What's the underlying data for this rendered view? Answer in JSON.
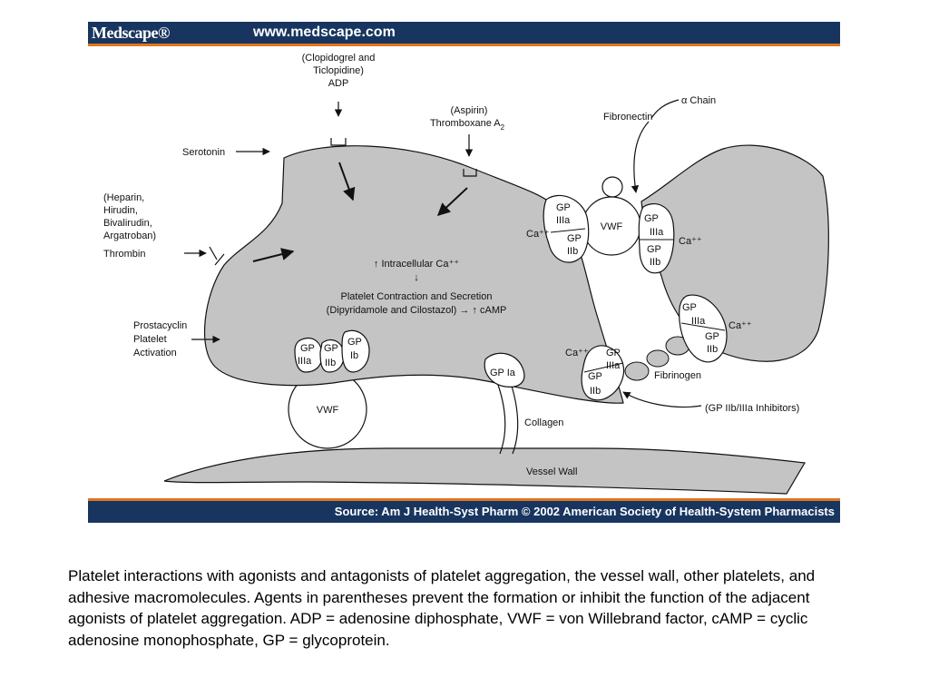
{
  "header": {
    "logo": "Medscape®",
    "url": "www.medscape.com"
  },
  "footer": {
    "source": "Source: Am J Health-Syst Pharm © 2002 American Society of Health-System Pharmacists"
  },
  "labels": {
    "adp": [
      "(Clopidogrel and",
      "Ticlopidine)",
      "ADP"
    ],
    "thromboxane": [
      "(Aspirin)",
      "Thromboxane A"
    ],
    "thromboxane_sub": "2",
    "serotonin": "Serotonin",
    "thrombin": [
      "(Heparin,",
      "Hirudin,",
      "Bivalirudin,",
      "Argatroban)",
      "Thrombin"
    ],
    "prostacyclin": [
      "Prostacyclin",
      "Platelet",
      "Activation"
    ],
    "intracellular": "↑ Intracellular Ca⁺⁺",
    "down_arrow": "↓",
    "contraction": "Platelet Contraction and Secretion",
    "dipyridamole": "(Dipyridamole and Cilostazol) → ↑ cAMP",
    "alpha_chain": "α Chain",
    "fibronectin": "Fibronectin",
    "vwf": "VWF",
    "ca": "Ca⁺⁺",
    "gp": "GP",
    "iiia": "IIIa",
    "iib": "IIb",
    "ib": "Ib",
    "gp_ia": "GP Ia",
    "fibrinogen": "Fibrinogen",
    "gp_inhibitors": "(GP IIb/IIIa Inhibitors)",
    "collagen": "Collagen",
    "vessel_wall": "Vessel Wall"
  },
  "caption": "Platelet interactions with agonists and antagonists of platelet aggregation, the vessel wall, other platelets, and adhesive macromolecules. Agents in parentheses prevent the formation or inhibit the function of the adjacent agonists of platelet aggregation. ADP = adenosine diphosphate, VWF = von Willebrand factor, cAMP = cyclic adenosine monophosphate, GP = glycoprotein.",
  "colors": {
    "header_bg": "#17355f",
    "accent_orange": "#e0761f",
    "platelet_fill": "#c4c4c4"
  }
}
